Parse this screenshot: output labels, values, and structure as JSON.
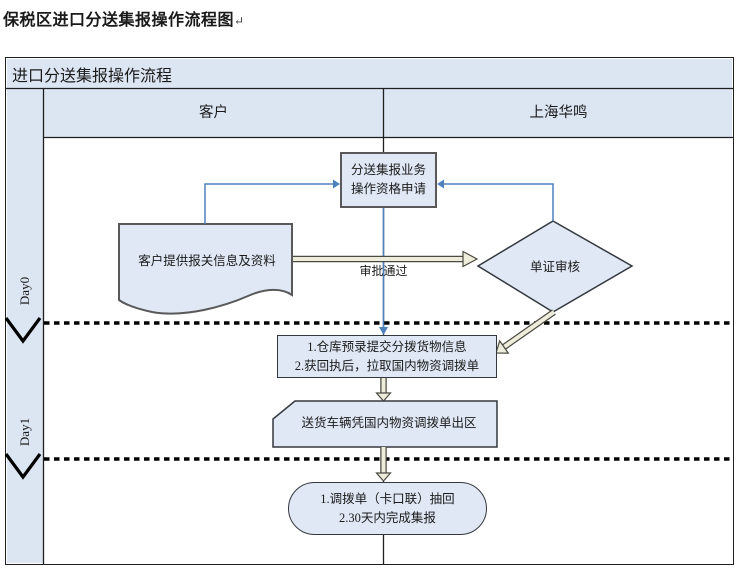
{
  "page": {
    "title": "保税区进口分送集报操作流程图",
    "paragraph_mark": "↵"
  },
  "header": {
    "title": "进口分送集报操作流程",
    "columns": [
      "客户",
      "上海华鸣"
    ]
  },
  "lanes": {
    "day0": "Day0",
    "day1": "Day1"
  },
  "flow": {
    "qualification": {
      "line1": "分送集报业务",
      "line2": "操作资格申请"
    },
    "customer_doc": "客户提供报关信息及资料",
    "review": "单证审核",
    "approval_label": "审批通过",
    "warehouse": {
      "line1": "1.仓库预录提交分拨货物信息",
      "line2": "2.获回执后，拉取国内物资调拨单"
    },
    "exit_card": "送货车辆凭国内物资调拨单出区",
    "final": {
      "line1": "1.调拨单（卡口联）抽回",
      "line2": "2.30天内完成集报"
    }
  },
  "colors": {
    "panel_blue": "#dce6f2",
    "shape_fill": "#dfe8f4",
    "connector_blue": "#4f81bd",
    "hollow_arrow_fill": "#eeecdb",
    "outline_dark": "#404040"
  }
}
